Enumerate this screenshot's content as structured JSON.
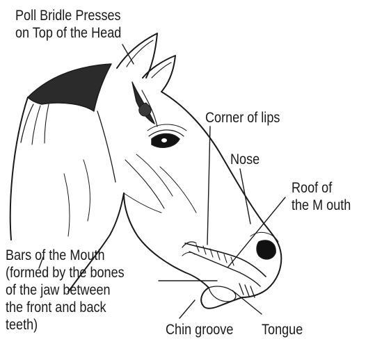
{
  "diagram": {
    "labels": {
      "poll": [
        "Poll Bridle Presses",
        "on Top of the Head"
      ],
      "corner_of_lips": "Corner of lips",
      "nose": "Nose",
      "roof_of_mouth": [
        "Roof of",
        "the M outh"
      ],
      "bars_of_mouth": [
        "Bars of the Mouth",
        "(formed by the bones",
        "of the jaw between",
        "the front and back",
        "teeth)"
      ],
      "chin_groove": "Chin groove",
      "tongue": "Tongue"
    },
    "colors": {
      "ink": "#1a1a1a",
      "background": "#ffffff"
    }
  }
}
